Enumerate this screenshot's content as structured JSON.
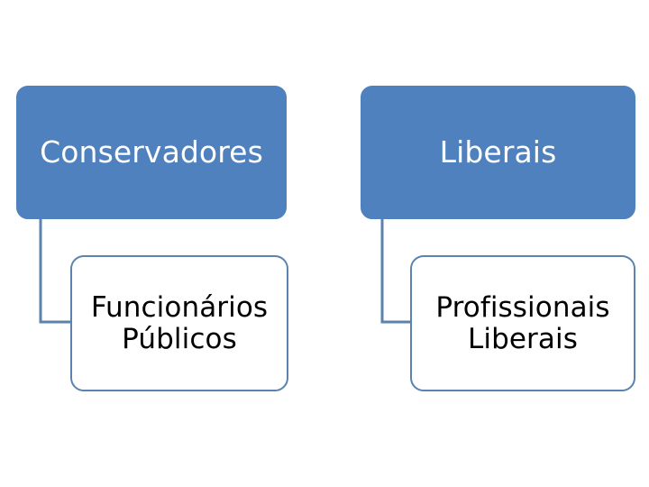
{
  "diagram": {
    "type": "hierarchy",
    "background_color": "#FFFFFF",
    "palette": {
      "node_fill": "#4E81BD",
      "node_text_light": "#FFFFFF",
      "node_text_dark": "#000000",
      "outline": "#5B83AD",
      "connector": "#5B83AD"
    },
    "branches": [
      {
        "id": "conservadores",
        "parent": {
          "label": "Conservadores",
          "style": "filled-blue"
        },
        "child": {
          "label": "Funcionários\nPúblicos",
          "style": "outlined-white"
        }
      },
      {
        "id": "liberais",
        "parent": {
          "label": "Liberais",
          "style": "filled-blue"
        },
        "child": {
          "label": "Profissionais\nLiberais",
          "style": "outlined-white"
        }
      }
    ],
    "connectors": [
      {
        "name": "connector-conservadores",
        "from": "conservadores-parent",
        "to": "conservadores-child",
        "shape": "elbow"
      },
      {
        "name": "connector-liberais",
        "from": "liberais-parent",
        "to": "liberais-child",
        "shape": "elbow"
      }
    ]
  }
}
